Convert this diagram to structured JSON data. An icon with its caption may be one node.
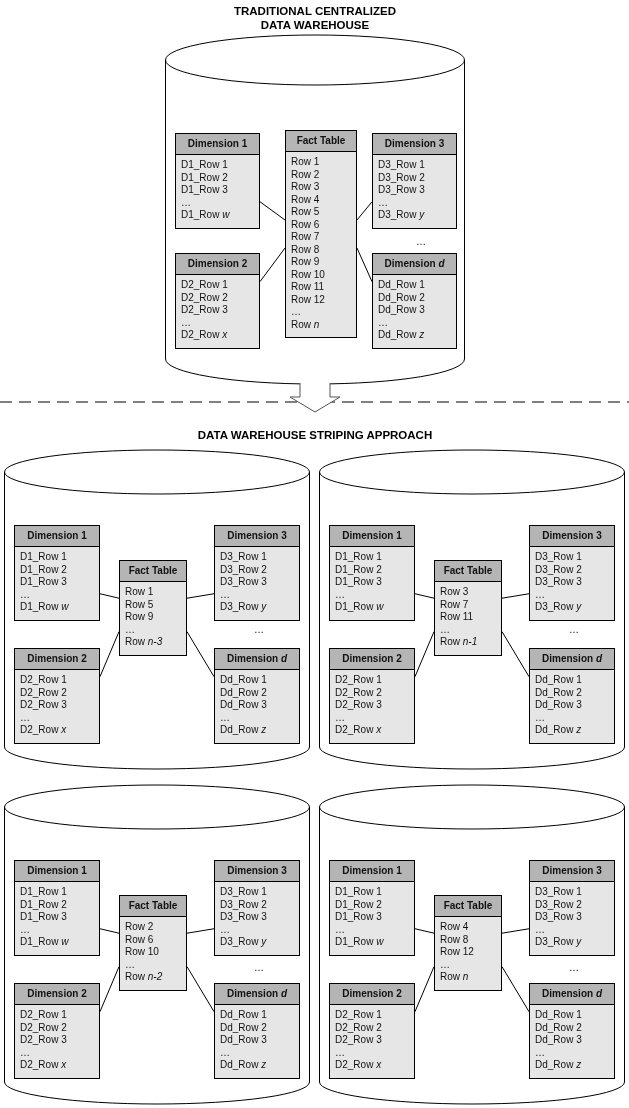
{
  "diagram": {
    "nodes": [
      {
        "text": [],
        "shape": "cylinder"
      },
      {
        "text": [
          "Dimension 1",
          "D1_Row 1",
          "D1_Row 2",
          "D1_Row 3",
          "…",
          "D1_Row *w*"
        ],
        "in": 0
      },
      {
        "text": [
          "Fact Table",
          "Row 1",
          "Row 2",
          "Row 3",
          "Row 4",
          "Row 5",
          "Row 6",
          "Row 7",
          "Row 8",
          "Row 9",
          "Row 10",
          "Row 11",
          "Row 12",
          "…",
          "Row *n*"
        ],
        "in": 0
      },
      {
        "text": [
          "Dimension 3",
          "D3_Row 1",
          "D3_Row 2",
          "D3_Row 3",
          "…",
          "D3_Row *y*"
        ],
        "in": 0
      },
      {
        "text": [
          "Dimension 2",
          "D2_Row 1",
          "D2_Row 2",
          "D2_Row 3",
          "…",
          "D2_Row *x*"
        ],
        "in": 0
      },
      {
        "text": [
          "Dimension *d*",
          "Dd_Row 1",
          "Dd_Row 2",
          "Dd_Row 3",
          "…",
          "Dd_Row *z*"
        ],
        "in": 0
      },
      {
        "text": [],
        "shape": "cylinder"
      },
      {
        "text": [
          "Dimension 1",
          "D1_Row 1",
          "D1_Row 2",
          "D1_Row 3",
          "…",
          "D1_Row *w*"
        ],
        "in": 6
      },
      {
        "text": [
          "Fact Table",
          "Row 1",
          "Row 5",
          "Row 9",
          "…",
          "Row *n-3*"
        ],
        "in": 6
      },
      {
        "text": [
          "Dimension 3",
          "D3_Row 1",
          "D3_Row 2",
          "D3_Row 3",
          "…",
          "D3_Row *y*"
        ],
        "in": 6
      },
      {
        "text": [
          "Dimension 2",
          "D2_Row 1",
          "D2_Row 2",
          "D2_Row 3",
          "…",
          "D2_Row *x*"
        ],
        "in": 6
      },
      {
        "text": [
          "Dimension *d*",
          "Dd_Row 1",
          "Dd_Row 2",
          "Dd_Row 3",
          "…",
          "Dd_Row *z*"
        ],
        "in": 6
      },
      {
        "text": [],
        "shape": "cylinder"
      },
      {
        "text": [
          "Dimension 1",
          "D1_Row 1",
          "D1_Row 2",
          "D1_Row 3",
          "…",
          "D1_Row *w*"
        ],
        "in": 12
      },
      {
        "text": [
          "Fact Table",
          "Row 3",
          "Row 7",
          "Row 11",
          "…",
          "Row *n-1*"
        ],
        "in": 12
      },
      {
        "text": [
          "Dimension 3",
          "D3_Row 1",
          "D3_Row 2",
          "D3_Row 3",
          "…",
          "D3_Row *y*"
        ],
        "in": 12
      },
      {
        "text": [
          "Dimension 2",
          "D2_Row 1",
          "D2_Row 2",
          "D2_Row 3",
          "…",
          "D2_Row *x*"
        ],
        "in": 12
      },
      {
        "text": [
          "Dimension *d*",
          "Dd_Row 1",
          "Dd_Row 2",
          "Dd_Row 3",
          "…",
          "Dd_Row *z*"
        ],
        "in": 12
      },
      {
        "text": [],
        "shape": "cylinder"
      },
      {
        "text": [
          "Dimension 1",
          "D1_Row 1",
          "D1_Row 2",
          "D1_Row 3",
          "…",
          "D1_Row *w*"
        ],
        "in": 18
      },
      {
        "text": [
          "Fact Table",
          "Row 2",
          "Row 6",
          "Row 10",
          "…",
          "Row *n-2*"
        ],
        "in": 18
      },
      {
        "text": [
          "Dimension 3",
          "D3_Row 1",
          "D3_Row 2",
          "D3_Row 3",
          "…",
          "D3_Row *y*"
        ],
        "in": 18
      },
      {
        "text": [
          "Dimension 2",
          "D2_Row 1",
          "D2_Row 2",
          "D2_Row 3",
          "…",
          "D2_Row *x*"
        ],
        "in": 18
      },
      {
        "text": [
          "Dimension *d*",
          "Dd_Row 1",
          "Dd_Row 2",
          "Dd_Row 3",
          "…",
          "Dd_Row *z*"
        ],
        "in": 18
      },
      {
        "text": [],
        "shape": "cylinder"
      },
      {
        "text": [
          "Dimension 1",
          "D1_Row 1",
          "D1_Row 2",
          "D1_Row 3",
          "…",
          "D1_Row *w*"
        ],
        "in": 24
      },
      {
        "text": [
          "Fact Table",
          "Row 4",
          "Row 8",
          "Row 12",
          "…",
          "Row *n*"
        ],
        "in": 24
      },
      {
        "text": [
          "Dimension 3",
          "D3_Row 1",
          "D3_Row 2",
          "D3_Row 3",
          "…",
          "D3_Row *y*"
        ],
        "in": 24
      },
      {
        "text": [
          "Dimension 2",
          "D2_Row 1",
          "D2_Row 2",
          "D2_Row 3",
          "…",
          "D2_Row *x*"
        ],
        "in": 24
      },
      {
        "text": [
          "Dimension *d*",
          "Dd_Row 1",
          "Dd_Row 2",
          "Dd_Row 3",
          "…",
          "Dd_Row *z*"
        ],
        "in": 24
      }
    ],
    "edges": [
      {
        "from": 1,
        "to": 2,
        "arrow": "none"
      },
      {
        "from": 4,
        "to": 2,
        "arrow": "none"
      },
      {
        "from": 3,
        "to": 2,
        "arrow": "none"
      },
      {
        "from": 5,
        "to": 2,
        "arrow": "none"
      },
      {
        "from": 7,
        "to": 8,
        "arrow": "none"
      },
      {
        "from": 10,
        "to": 8,
        "arrow": "none"
      },
      {
        "from": 9,
        "to": 8,
        "arrow": "none"
      },
      {
        "from": 11,
        "to": 8,
        "arrow": "none"
      },
      {
        "from": 13,
        "to": 14,
        "arrow": "none"
      },
      {
        "from": 16,
        "to": 14,
        "arrow": "none"
      },
      {
        "from": 15,
        "to": 14,
        "arrow": "none"
      },
      {
        "from": 17,
        "to": 14,
        "arrow": "none"
      },
      {
        "from": 19,
        "to": 20,
        "arrow": "none"
      },
      {
        "from": 22,
        "to": 20,
        "arrow": "none"
      },
      {
        "from": 21,
        "to": 20,
        "arrow": "none"
      },
      {
        "from": 23,
        "to": 20,
        "arrow": "none"
      },
      {
        "from": 25,
        "to": 26,
        "arrow": "none"
      },
      {
        "from": 28,
        "to": 26,
        "arrow": "none"
      },
      {
        "from": 27,
        "to": 26,
        "arrow": "none"
      },
      {
        "from": 29,
        "to": 26,
        "arrow": "none"
      },
      {
        "from": 0,
        "to": null,
        "arrow": "to"
      }
    ],
    "labels": [
      "TRADITIONAL CENTRALIZED DATA WAREHOUSE",
      "…",
      "DATA WAREHOUSE STRIPING APPROACH",
      "…",
      "…",
      "…",
      "…"
    ]
  }
}
